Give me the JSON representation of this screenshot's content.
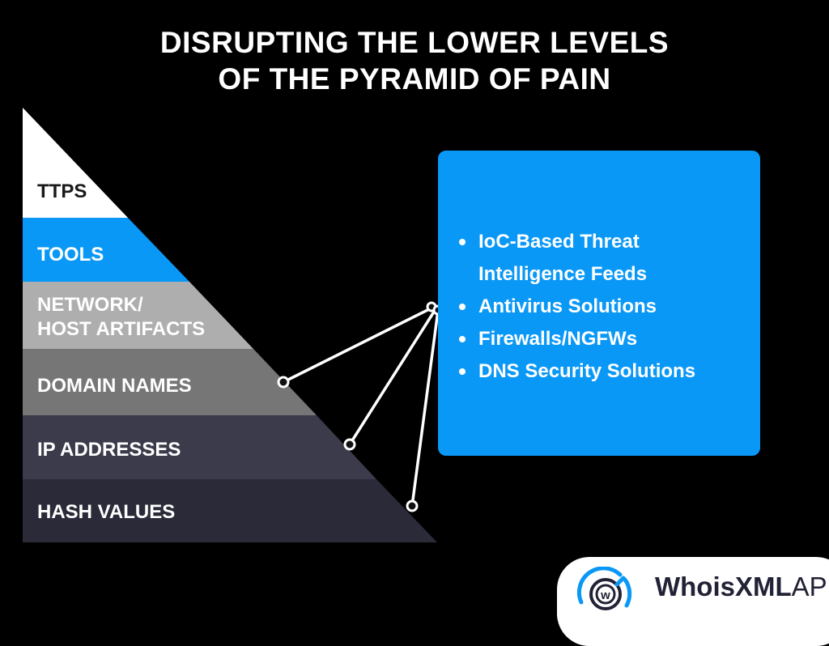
{
  "title": {
    "line1": "DISRUPTING THE LOWER LEVELS",
    "line2": "OF THE PYRAMID OF PAIN"
  },
  "pyramid": {
    "levels": [
      {
        "label": "TTPS",
        "color": "#ffffff",
        "text_color": "#1a1a1a"
      },
      {
        "label": "TOOLS",
        "color": "#0a98f7",
        "text_color": "#ffffff"
      },
      {
        "label_lines": [
          "NETWORK/",
          "HOST ARTIFACTS"
        ],
        "color": "#aeaeae",
        "text_color": "#ffffff"
      },
      {
        "label": "DOMAIN NAMES",
        "color": "#767676",
        "text_color": "#ffffff"
      },
      {
        "label": "IP ADDRESSES",
        "color": "#3b3b4b",
        "text_color": "#ffffff"
      },
      {
        "label": "HASH VALUES",
        "color": "#2a2a38",
        "text_color": "#ffffff"
      }
    ]
  },
  "solutions": {
    "items": [
      "IoC-Based Threat Intelligence Feeds",
      "Antivirus Solutions",
      "Firewalls/NGFWs",
      "DNS Security Solutions"
    ],
    "background_color": "#0a98f7"
  },
  "logo": {
    "name_bold": "WhoisXML",
    "name_regular": "API",
    "icon": "whoisxml-globe-icon",
    "accent_color": "#0a98f7"
  }
}
